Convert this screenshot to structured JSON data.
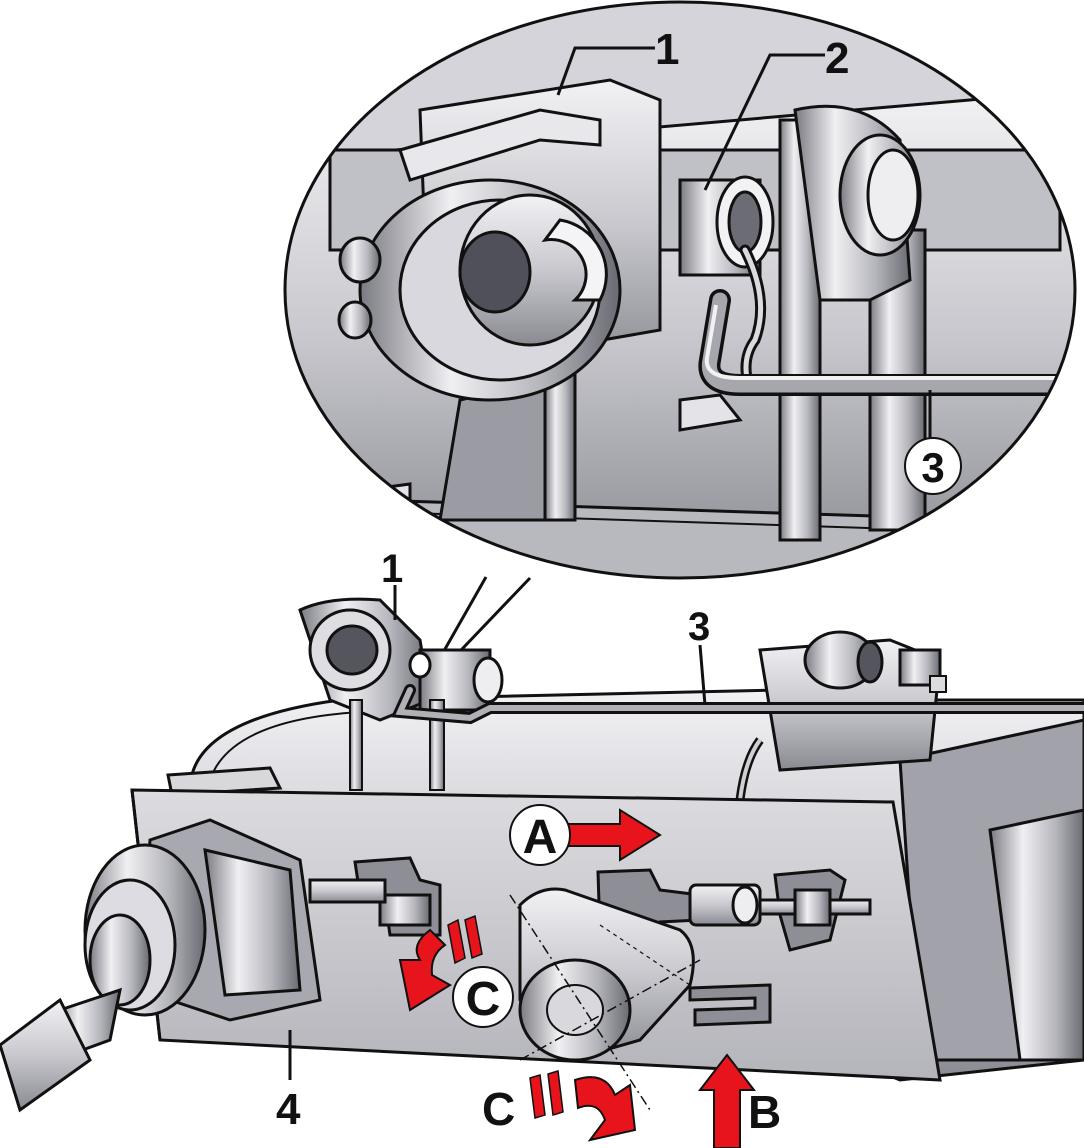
{
  "colors": {
    "metal_light": "#e6e6ea",
    "metal_mid": "#b9b9c0",
    "metal_dark": "#6e6e76",
    "outline": "#111111",
    "arrow_red": "#e8141c",
    "background": "#ffffff"
  },
  "callouts": {
    "inset_1": "1",
    "inset_2": "2",
    "inset_3": "3",
    "main_1": "1",
    "main_3": "3",
    "main_4": "4"
  },
  "motion_labels": {
    "a": "A",
    "b": "B",
    "c_upper": "C",
    "c_lower": "C"
  }
}
